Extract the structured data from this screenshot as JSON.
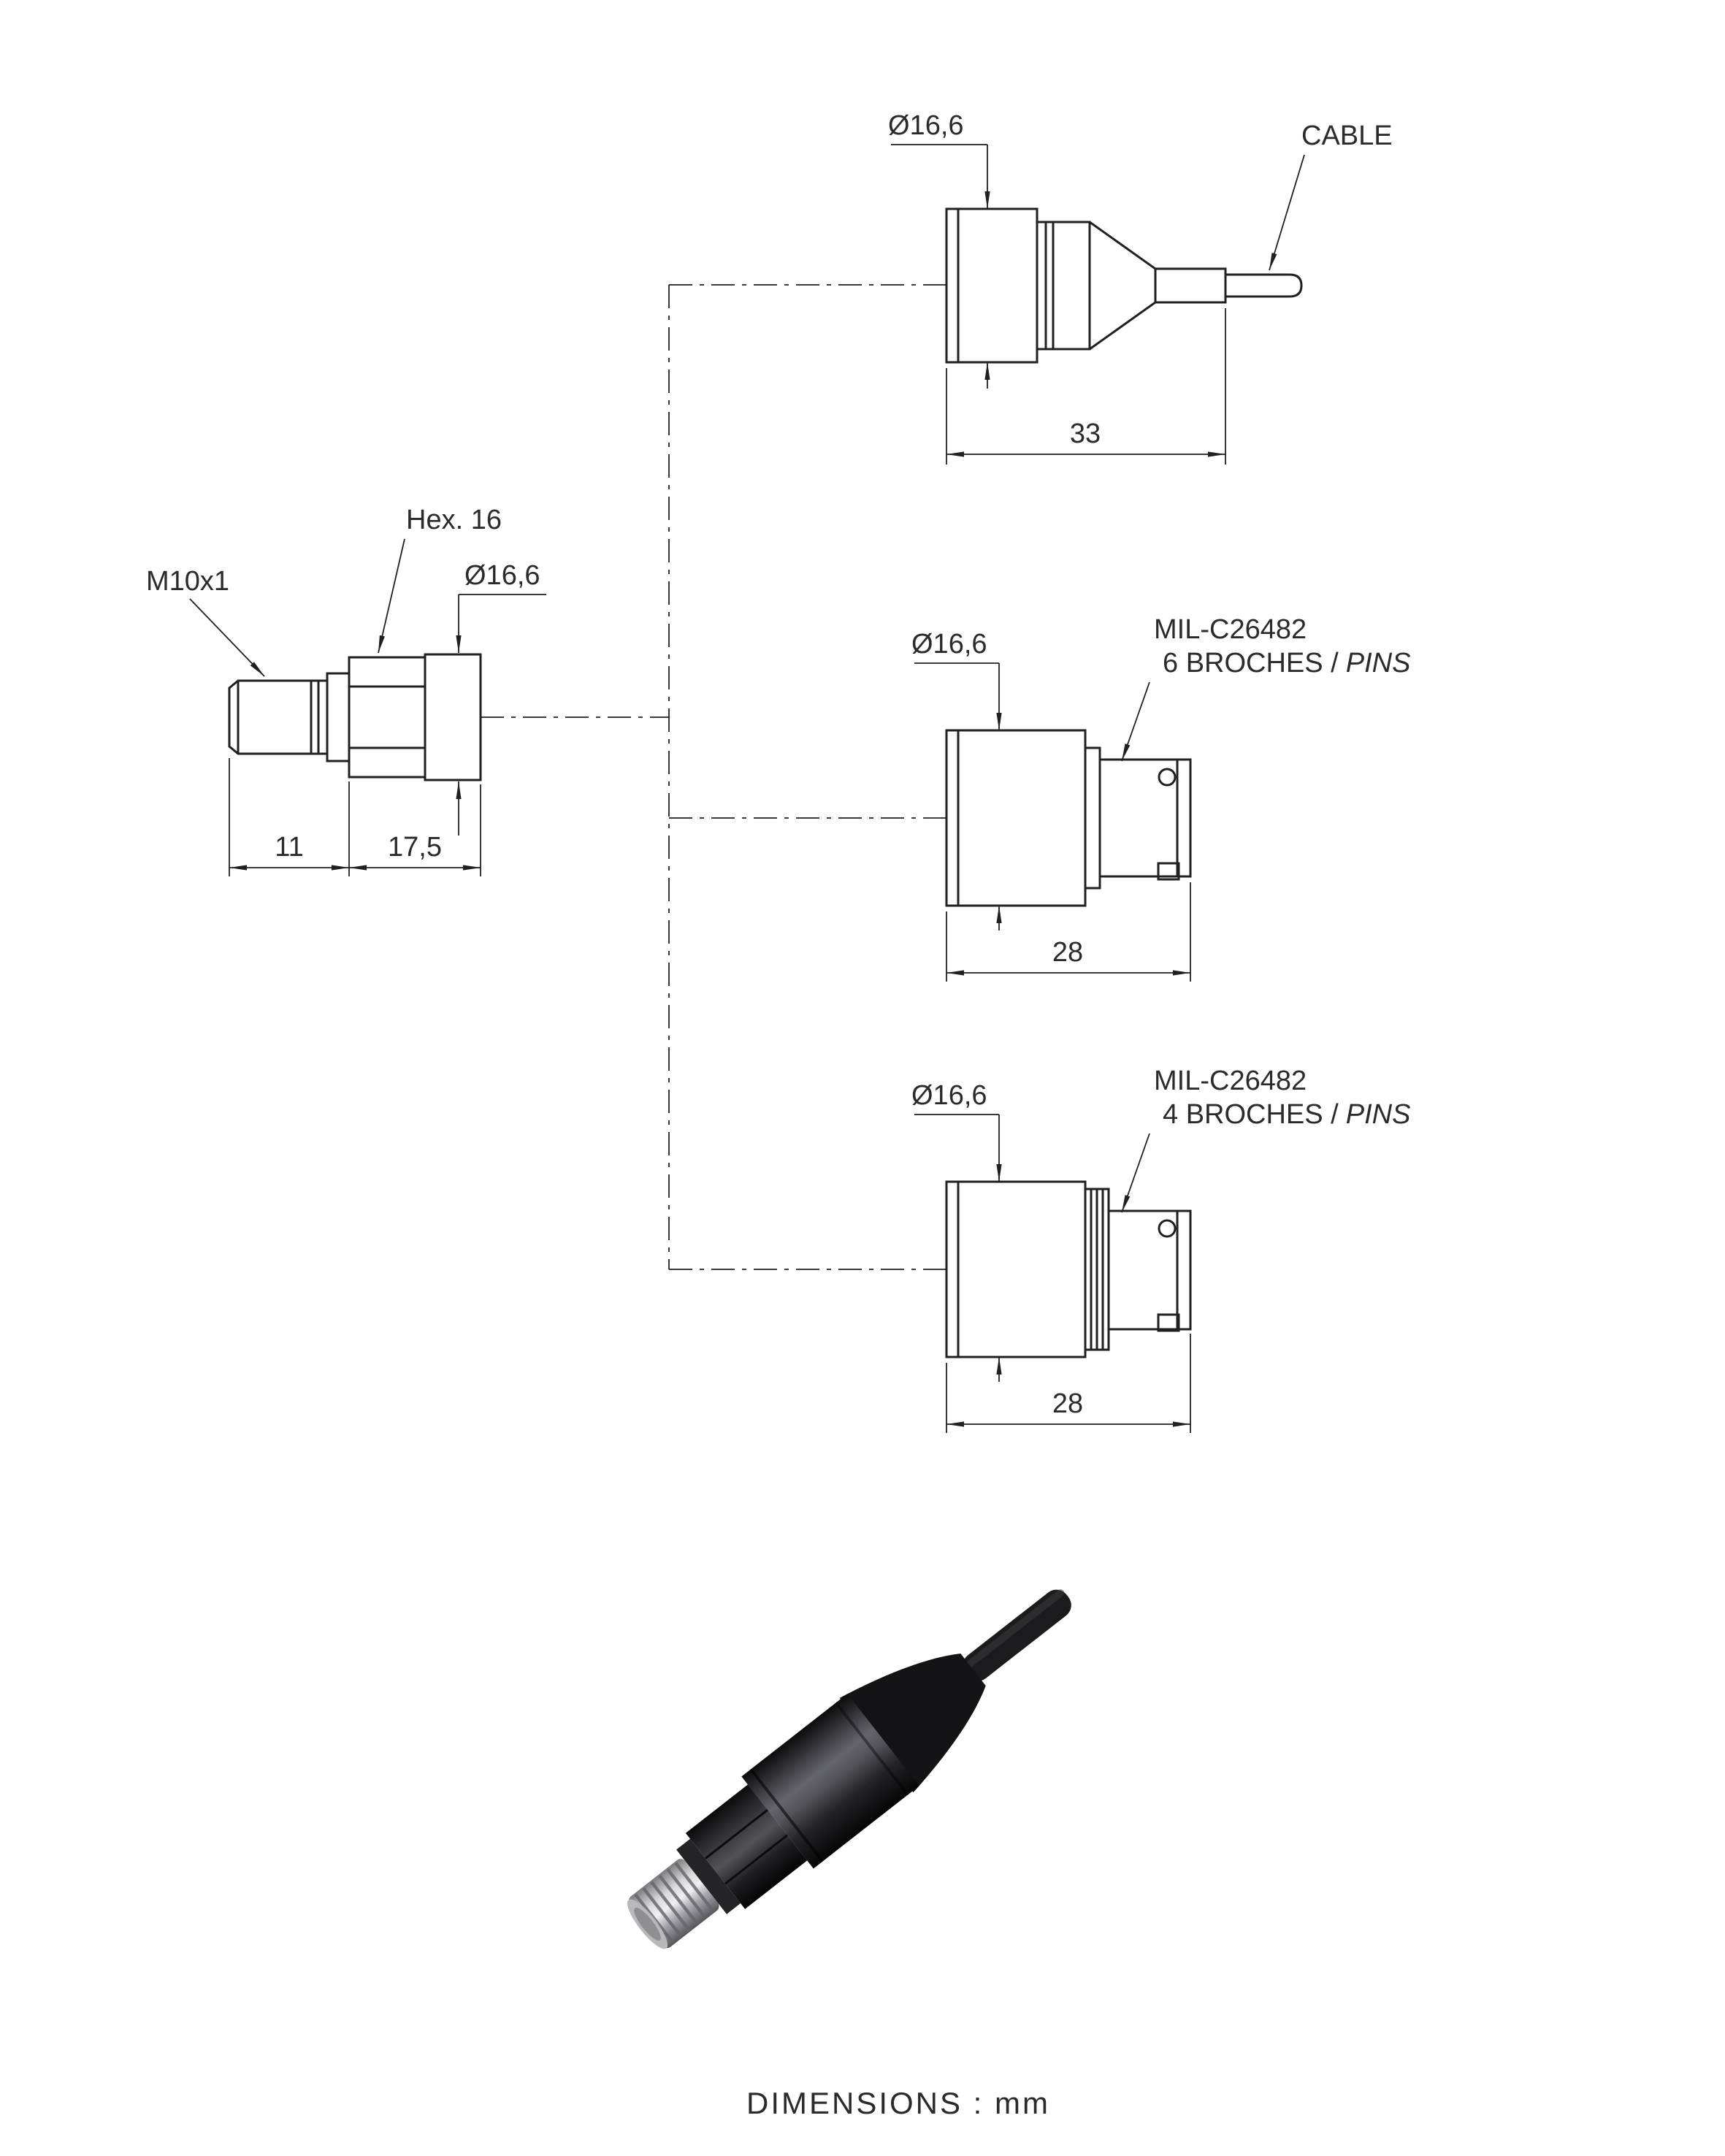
{
  "page": {
    "footer": "DIMENSIONS : mm"
  },
  "sensor_view": {
    "thread_label": "M10x1",
    "hex_label": "Hex. 16",
    "diameter_label": "Ø16,6",
    "dim_thread_length": "11",
    "dim_hex_length": "17,5"
  },
  "cable_variant": {
    "diameter_label": "Ø16,6",
    "cable_label": "CABLE",
    "dim_length": "33"
  },
  "pin6_variant": {
    "diameter_label": "Ø16,6",
    "spec_line": "MIL-C26482",
    "pins_line": "6 BROCHES /",
    "pins_line_italic": "PINS",
    "dim_length": "28"
  },
  "pin4_variant": {
    "diameter_label": "Ø16,6",
    "spec_line": "MIL-C26482",
    "pins_line": "4 BROCHES /",
    "pins_line_italic": "PINS",
    "dim_length": "28"
  }
}
